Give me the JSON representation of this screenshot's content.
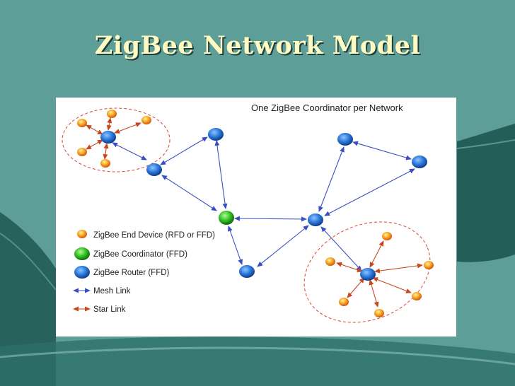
{
  "slide": {
    "title": "ZigBee Network Model"
  },
  "diagram": {
    "heading": "One ZigBee Coordinator per Network",
    "legend": [
      {
        "type": "end-device",
        "label": "ZigBee End Device (RFD or FFD)"
      },
      {
        "type": "coordinator",
        "label": "ZigBee Coordinator (FFD)"
      },
      {
        "type": "router",
        "label": "ZigBee Router (FFD)"
      },
      {
        "type": "mesh-link",
        "label": "Mesh Link"
      },
      {
        "type": "star-link",
        "label": "Star Link"
      }
    ]
  },
  "colors": {
    "background": "#5e9e99",
    "title": "#fff9c2",
    "router": "#1e6fd6",
    "coordinator": "#22b21e",
    "end_device": "#f7a21d",
    "mesh_link": "#3b4fc4",
    "star_link": "#c8471e",
    "cluster_outline": "#d9433a"
  }
}
